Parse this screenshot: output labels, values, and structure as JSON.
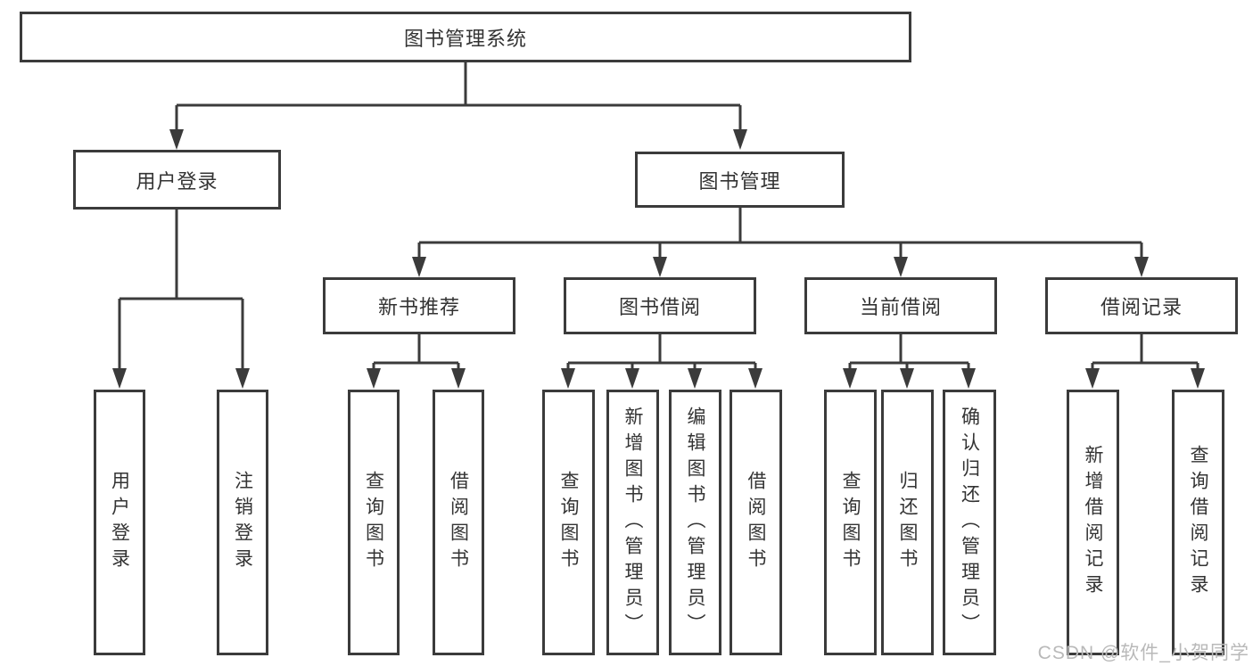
{
  "diagram": {
    "tree": {
      "label": "图书管理系统",
      "children": [
        {
          "label": "用户登录",
          "children": [
            {
              "label": "用户登录"
            },
            {
              "label": "注销登录"
            }
          ]
        },
        {
          "label": "图书管理",
          "children": [
            {
              "label": "新书推荐",
              "children": [
                {
                  "label": "查询图书"
                },
                {
                  "label": "借阅图书"
                }
              ]
            },
            {
              "label": "图书借阅",
              "children": [
                {
                  "label": "查询图书"
                },
                {
                  "label": "新增图书（管理员）"
                },
                {
                  "label": "编辑图书（管理员）"
                },
                {
                  "label": "借阅图书"
                }
              ]
            },
            {
              "label": "当前借阅",
              "children": [
                {
                  "label": "查询图书"
                },
                {
                  "label": "归还图书"
                },
                {
                  "label": "确认归还（管理员）"
                }
              ]
            },
            {
              "label": "借阅记录",
              "children": [
                {
                  "label": "新增借阅记录"
                },
                {
                  "label": "查询借阅记录"
                }
              ]
            }
          ]
        }
      ]
    },
    "watermark": "CSDN @软件_小贺同学",
    "colors": {
      "line": "#3b3b3b",
      "text": "#333333",
      "watermark": "#b9b9b9",
      "background": "#ffffff"
    }
  }
}
